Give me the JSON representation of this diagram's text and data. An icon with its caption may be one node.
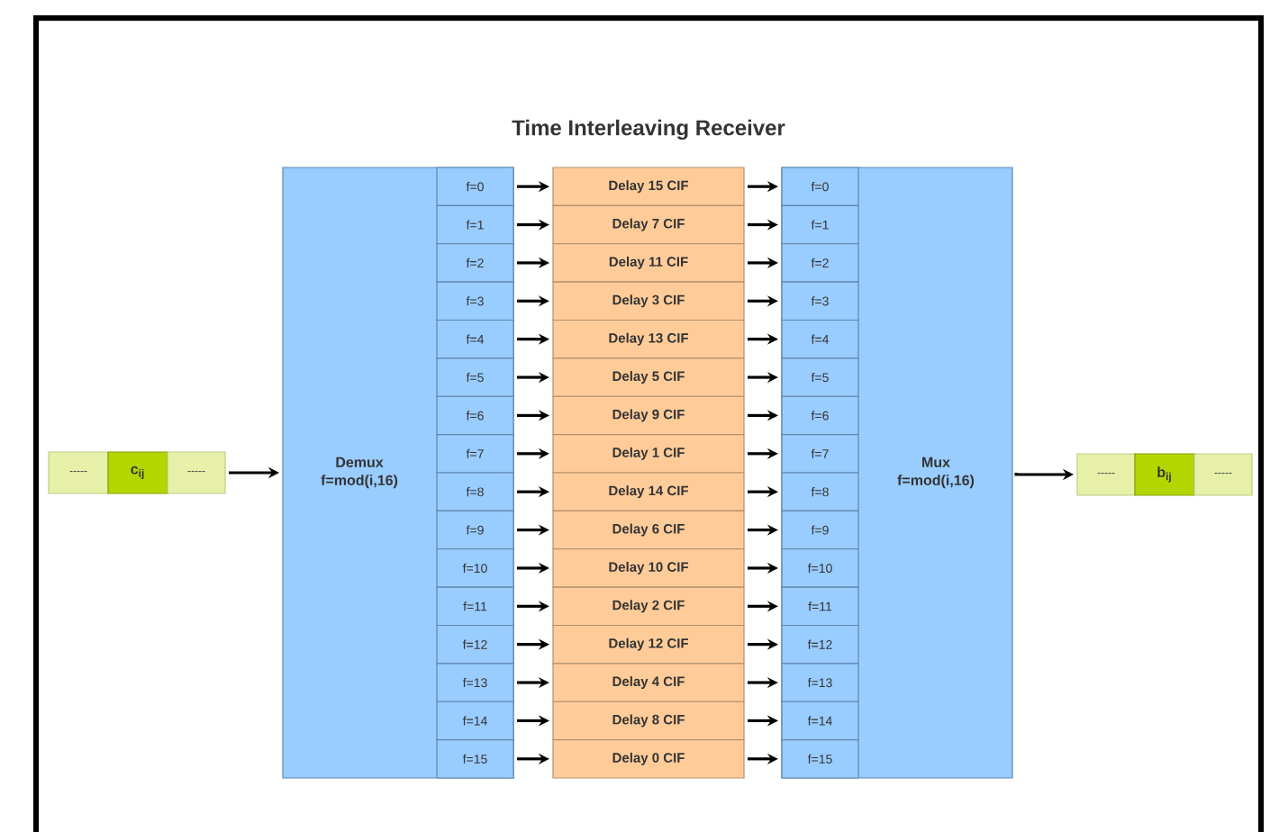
{
  "diagram": {
    "title": "Time Interleaving Receiver",
    "nodes": [
      {
        "text": [
          "-----"
        ]
      },
      {
        "text": [
          "c$_{ij}$"
        ]
      },
      {
        "text": [
          "-----"
        ]
      },
      {
        "text": [
          "Demux f=mod(i,16)"
        ]
      },
      {
        "text": [
          "f=0"
        ],
        "in": 3
      },
      {
        "text": [
          "f=1"
        ],
        "in": 3
      },
      {
        "text": [
          "f=2"
        ],
        "in": 3
      },
      {
        "text": [
          "f=3"
        ],
        "in": 3
      },
      {
        "text": [
          "f=4"
        ],
        "in": 3
      },
      {
        "text": [
          "f=5"
        ],
        "in": 3
      },
      {
        "text": [
          "f=6"
        ],
        "in": 3
      },
      {
        "text": [
          "f=7"
        ],
        "in": 3
      },
      {
        "text": [
          "f=8"
        ],
        "in": 3
      },
      {
        "text": [
          "f=9"
        ],
        "in": 3
      },
      {
        "text": [
          "f=10"
        ],
        "in": 3
      },
      {
        "text": [
          "f=11"
        ],
        "in": 3
      },
      {
        "text": [
          "f=12"
        ],
        "in": 3
      },
      {
        "text": [
          "f=13"
        ],
        "in": 3
      },
      {
        "text": [
          "f=14"
        ],
        "in": 3
      },
      {
        "text": [
          "f=15"
        ],
        "in": 3
      },
      {
        "text": [
          "Delay 15 CIF"
        ]
      },
      {
        "text": [
          "Delay 7 CIF"
        ]
      },
      {
        "text": [
          "Delay 11 CIF"
        ]
      },
      {
        "text": [
          "Delay 3 CIF"
        ]
      },
      {
        "text": [
          "Delay 13 CIF"
        ]
      },
      {
        "text": [
          "Delay 5 CIF"
        ]
      },
      {
        "text": [
          "Delay 9 CIF"
        ]
      },
      {
        "text": [
          "Delay 1 CIF"
        ]
      },
      {
        "text": [
          "Delay 14 CIF"
        ]
      },
      {
        "text": [
          "Delay 6 CIF"
        ]
      },
      {
        "text": [
          "Delay 10 CIF"
        ]
      },
      {
        "text": [
          "Delay 2 CIF"
        ]
      },
      {
        "text": [
          "Delay 12 CIF"
        ]
      },
      {
        "text": [
          "Delay 4 CIF"
        ]
      },
      {
        "text": [
          "Delay 8 CIF"
        ]
      },
      {
        "text": [
          "Delay 0 CIF"
        ]
      },
      {
        "text": [
          "Mux f=mod(i,16)"
        ]
      },
      {
        "text": [
          "f=0"
        ],
        "in": 36
      },
      {
        "text": [
          "f=1"
        ],
        "in": 36
      },
      {
        "text": [
          "f=2"
        ],
        "in": 36
      },
      {
        "text": [
          "f=3"
        ],
        "in": 36
      },
      {
        "text": [
          "f=4"
        ],
        "in": 36
      },
      {
        "text": [
          "f=5"
        ],
        "in": 36
      },
      {
        "text": [
          "f=6"
        ],
        "in": 36
      },
      {
        "text": [
          "f=7"
        ],
        "in": 36
      },
      {
        "text": [
          "f=8"
        ],
        "in": 36
      },
      {
        "text": [
          "f=9"
        ],
        "in": 36
      },
      {
        "text": [
          "f=10"
        ],
        "in": 36
      },
      {
        "text": [
          "f=11"
        ],
        "in": 36
      },
      {
        "text": [
          "f=12"
        ],
        "in": 36
      },
      {
        "text": [
          "f=13"
        ],
        "in": 36
      },
      {
        "text": [
          "f=14"
        ],
        "in": 36
      },
      {
        "text": [
          "f=15"
        ],
        "in": 36
      },
      {
        "text": [
          "-----"
        ]
      },
      {
        "text": [
          "b$_{ij}$"
        ]
      },
      {
        "text": [
          "-----"
        ]
      }
    ],
    "edges": [
      {
        "from": 2,
        "to": 3,
        "arrow": "to"
      },
      {
        "from": 4,
        "to": 20,
        "arrow": "to"
      },
      {
        "from": 5,
        "to": 21,
        "arrow": "to"
      },
      {
        "from": 6,
        "to": 22,
        "arrow": "to"
      },
      {
        "from": 7,
        "to": 23,
        "arrow": "to"
      },
      {
        "from": 8,
        "to": 24,
        "arrow": "to"
      },
      {
        "from": 9,
        "to": 25,
        "arrow": "to"
      },
      {
        "from": 10,
        "to": 26,
        "arrow": "to"
      },
      {
        "from": 11,
        "to": 27,
        "arrow": "to"
      },
      {
        "from": 12,
        "to": 28,
        "arrow": "to"
      },
      {
        "from": 13,
        "to": 29,
        "arrow": "to"
      },
      {
        "from": 14,
        "to": 30,
        "arrow": "to"
      },
      {
        "from": 15,
        "to": 31,
        "arrow": "to"
      },
      {
        "from": 16,
        "to": 32,
        "arrow": "to"
      },
      {
        "from": 17,
        "to": 33,
        "arrow": "to"
      },
      {
        "from": 18,
        "to": 34,
        "arrow": "to"
      },
      {
        "from": 19,
        "to": 35,
        "arrow": "to"
      },
      {
        "from": 20,
        "to": 37,
        "arrow": "to"
      },
      {
        "from": 21,
        "to": 38,
        "arrow": "to"
      },
      {
        "from": 22,
        "to": 39,
        "arrow": "to"
      },
      {
        "from": 23,
        "to": 40,
        "arrow": "to"
      },
      {
        "from": 24,
        "to": 41,
        "arrow": "to"
      },
      {
        "from": 25,
        "to": 42,
        "arrow": "to"
      },
      {
        "from": 26,
        "to": 43,
        "arrow": "to"
      },
      {
        "from": 27,
        "to": 44,
        "arrow": "to"
      },
      {
        "from": 28,
        "to": 45,
        "arrow": "to"
      },
      {
        "from": 29,
        "to": 46,
        "arrow": "to"
      },
      {
        "from": 30,
        "to": 47,
        "arrow": "to"
      },
      {
        "from": 31,
        "to": 48,
        "arrow": "to"
      },
      {
        "from": 32,
        "to": 49,
        "arrow": "to"
      },
      {
        "from": 33,
        "to": 50,
        "arrow": "to"
      },
      {
        "from": 34,
        "to": 51,
        "arrow": "to"
      },
      {
        "from": 35,
        "to": 52,
        "arrow": "to"
      },
      {
        "from": 36,
        "to": 53,
        "arrow": "to"
      }
    ]
  }
}
